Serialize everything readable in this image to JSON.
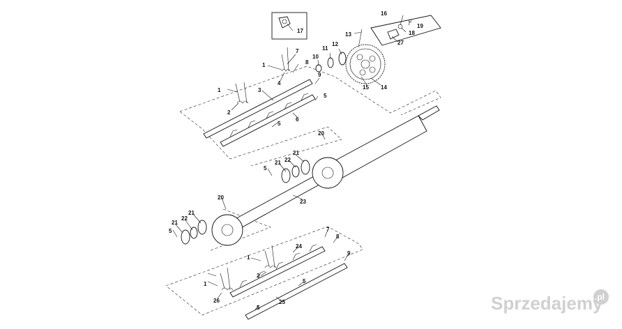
{
  "callouts": [
    {
      "id": "c17",
      "label": "17"
    },
    {
      "id": "c16",
      "label": "16"
    },
    {
      "id": "c19",
      "label": "19"
    },
    {
      "id": "c18",
      "label": "18"
    },
    {
      "id": "c27",
      "label": "27"
    },
    {
      "id": "c13",
      "label": "13"
    },
    {
      "id": "c11",
      "label": "11"
    },
    {
      "id": "c12",
      "label": "12"
    },
    {
      "id": "c10",
      "label": "10"
    },
    {
      "id": "c7a",
      "label": "7"
    },
    {
      "id": "c1a",
      "label": "1"
    },
    {
      "id": "c8a",
      "label": "8"
    },
    {
      "id": "c4",
      "label": "4"
    },
    {
      "id": "c9a",
      "label": "9"
    },
    {
      "id": "c15",
      "label": "15"
    },
    {
      "id": "c14",
      "label": "14"
    },
    {
      "id": "c1b",
      "label": "1"
    },
    {
      "id": "c3",
      "label": "3"
    },
    {
      "id": "c2a",
      "label": "2"
    },
    {
      "id": "c5a",
      "label": "5"
    },
    {
      "id": "c5b",
      "label": "5"
    },
    {
      "id": "c6",
      "label": "6"
    },
    {
      "id": "c20a",
      "label": "20"
    },
    {
      "id": "c21a",
      "label": "21"
    },
    {
      "id": "c22a",
      "label": "22"
    },
    {
      "id": "c21b",
      "label": "21"
    },
    {
      "id": "c5c",
      "label": "5"
    },
    {
      "id": "c23",
      "label": "23"
    },
    {
      "id": "c20b",
      "label": "20"
    },
    {
      "id": "c21c",
      "label": "21"
    },
    {
      "id": "c22b",
      "label": "22"
    },
    {
      "id": "c21d",
      "label": "21"
    },
    {
      "id": "c5d",
      "label": "5"
    },
    {
      "id": "c7b",
      "label": "7"
    },
    {
      "id": "c8b",
      "label": "8"
    },
    {
      "id": "c24",
      "label": "24"
    },
    {
      "id": "c9b",
      "label": "9"
    },
    {
      "id": "c1c",
      "label": "1"
    },
    {
      "id": "c2b",
      "label": "2"
    },
    {
      "id": "c1d",
      "label": "1"
    },
    {
      "id": "c5e",
      "label": "5"
    },
    {
      "id": "c26",
      "label": "26"
    },
    {
      "id": "c25",
      "label": "25"
    },
    {
      "id": "c5f",
      "label": "5"
    }
  ],
  "watermark": {
    "text": "Sprzedajemy",
    "suffix": ".pl"
  }
}
